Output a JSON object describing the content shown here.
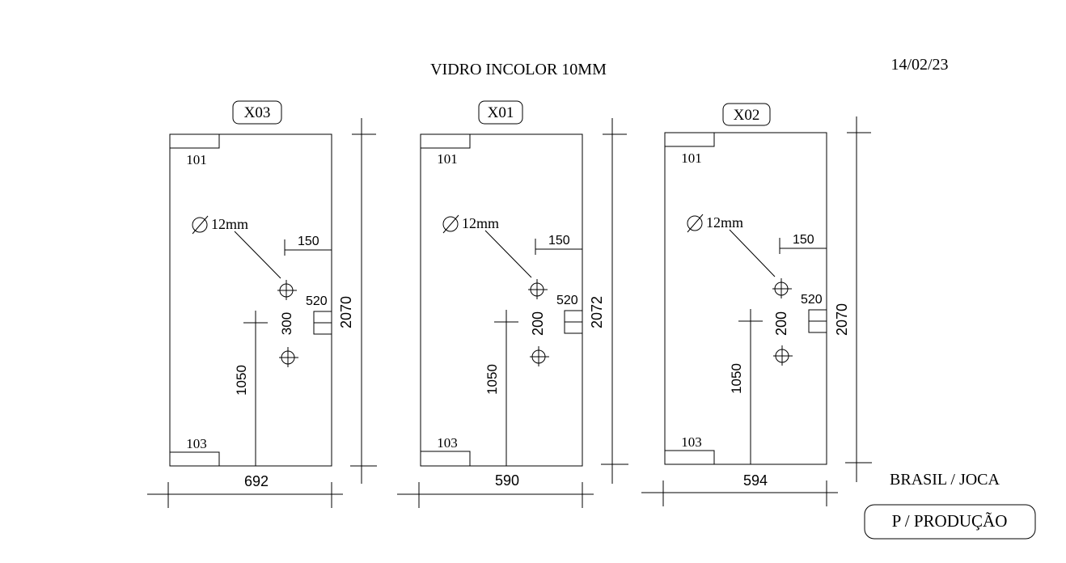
{
  "title": "VIDRO INCOLOR 10MM",
  "date": "14/02/23",
  "client": "BRASIL / JOCA",
  "stamp": "P / PRODUÇÃO",
  "panels": [
    {
      "tag": "X03",
      "top_label": "101",
      "bottom_label": "103",
      "hole_label": "12mm",
      "dim_150": "150",
      "dim_520": "520",
      "hole_spacing": "300",
      "height_1050": "1050",
      "height": "2070",
      "width": "692"
    },
    {
      "tag": "X01",
      "top_label": "101",
      "bottom_label": "103",
      "hole_label": "12mm",
      "dim_150": "150",
      "dim_520": "520",
      "hole_spacing": "200",
      "height_1050": "1050",
      "height": "2072",
      "width": "590"
    },
    {
      "tag": "X02",
      "top_label": "101",
      "bottom_label": "103",
      "hole_label": "12mm",
      "dim_150": "150",
      "dim_520": "520",
      "hole_spacing": "200",
      "height_1050": "1050",
      "height": "2070",
      "width": "594"
    }
  ]
}
